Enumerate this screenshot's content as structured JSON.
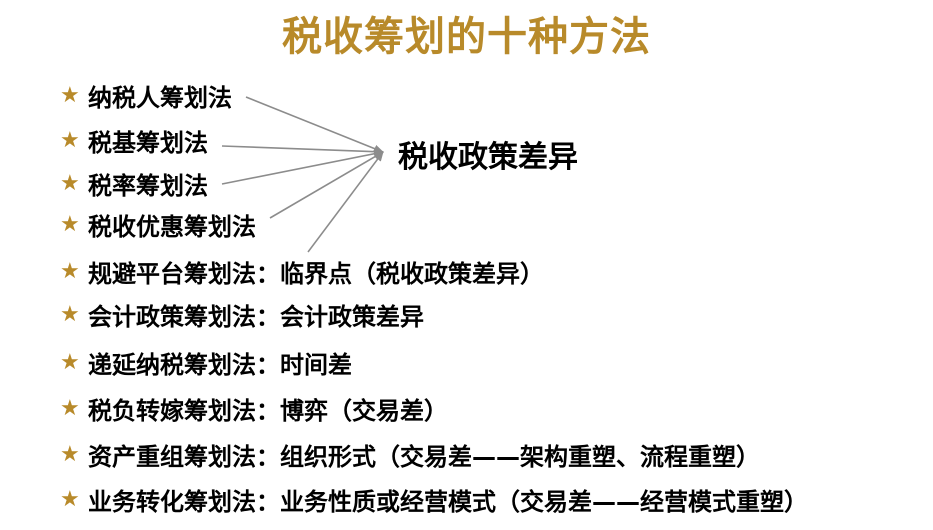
{
  "title": "税收筹划的十种方法",
  "center_label": "税收政策差异",
  "star_glyph": "★",
  "accent_color": "#b88a2a",
  "arrow_color": "#8c8c8c",
  "items": [
    {
      "text": "纳税人筹划法"
    },
    {
      "text": "税基筹划法"
    },
    {
      "text": "税率筹划法"
    },
    {
      "text": "税收优惠筹划法"
    },
    {
      "text": "规避平台筹划法：临界点（税收政策差异）"
    },
    {
      "text": "会计政策筹划法：会计政策差异"
    },
    {
      "text": "递延纳税筹划法：时间差"
    },
    {
      "text": "税负转嫁筹划法：博弈（交易差）"
    },
    {
      "text": "资产重组筹划法：组织形式（交易差——架构重塑、流程重塑）"
    },
    {
      "text": "业务转化筹划法：业务性质或经营模式（交易差——经营模式重塑）"
    }
  ]
}
